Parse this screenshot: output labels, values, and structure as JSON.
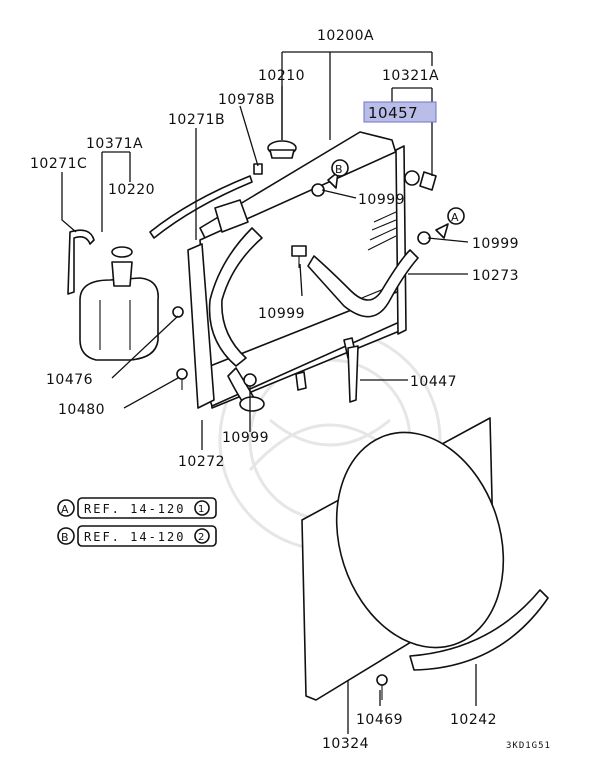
{
  "colors": {
    "highlight": "#b9bde8",
    "highlight_border": "#6f73c9",
    "line": "#111111",
    "watermark": "#e6e6e6"
  },
  "callouts": {
    "c10200A": "10200A",
    "c10210": "10210",
    "c10321A": "10321A",
    "c10978B": "10978B",
    "c10457": "10457",
    "c10271B": "10271B",
    "c10371A": "10371A",
    "c10271C": "10271C",
    "c10220": "10220",
    "c10999_top": "10999",
    "c10999_right": "10999",
    "c10273": "10273",
    "c10999_mid": "10999",
    "c10476": "10476",
    "c10447": "10447",
    "c10480": "10480",
    "c10999_bottom": "10999",
    "c10272": "10272",
    "c10469": "10469",
    "c10242": "10242",
    "c10324": "10324"
  },
  "markers": {
    "a": "A",
    "b": "B"
  },
  "references": [
    {
      "marker": "A",
      "text": "REF. 14-120",
      "num": "1"
    },
    {
      "marker": "B",
      "text": "REF. 14-120",
      "num": "2"
    }
  ],
  "diagram_code": "3KD1G51",
  "highlighted_part": "10457"
}
